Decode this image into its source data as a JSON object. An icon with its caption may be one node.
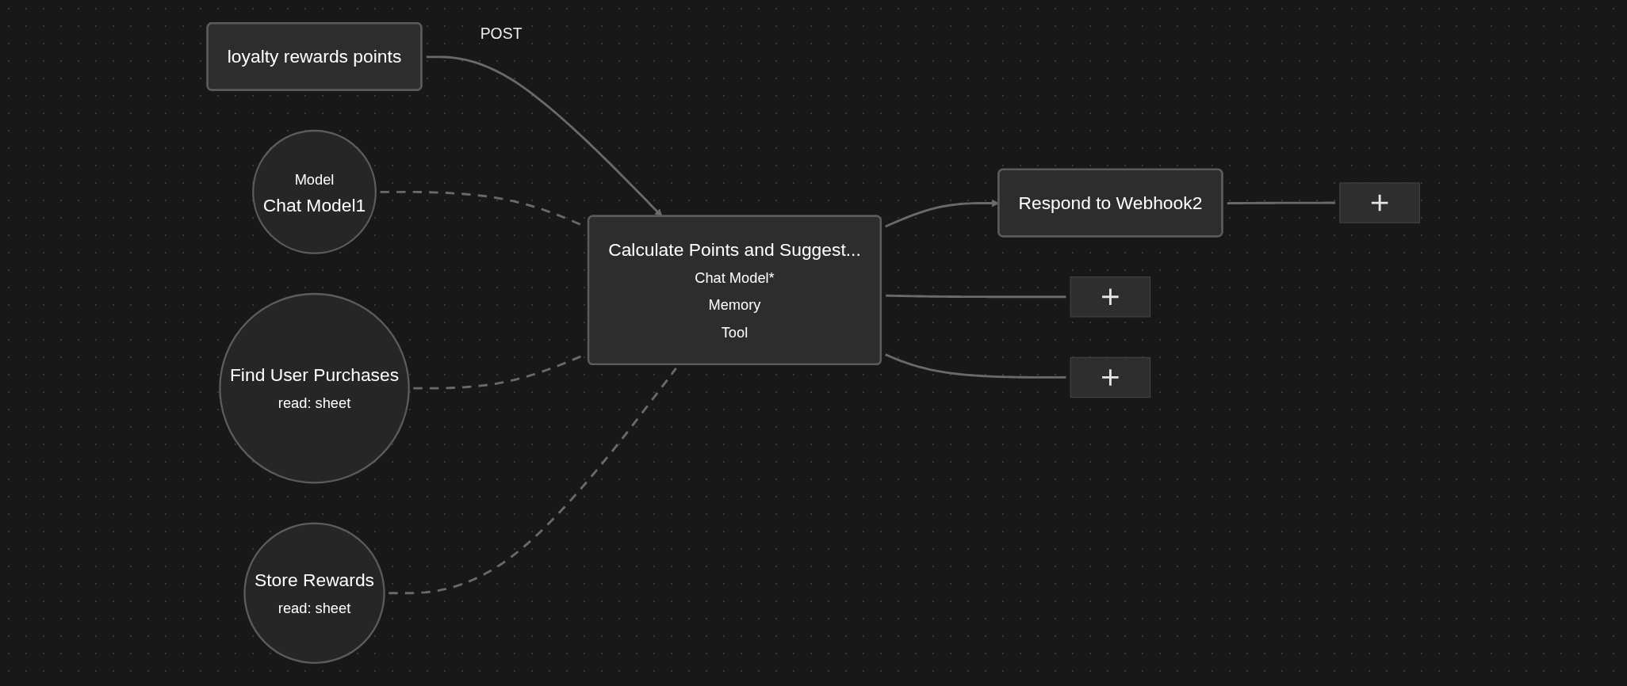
{
  "diagram": {
    "nodes": [
      {
        "text": [
          "loyalty rewards points"
        ]
      },
      {
        "text": [
          "Calculate Points and Suggest...",
          "Chat Model*",
          "Memory",
          "Tool"
        ]
      },
      {
        "text": [
          "Respond to Webhook2"
        ]
      },
      {
        "text": [],
        "shape": "box"
      },
      {
        "text": [],
        "shape": "box"
      },
      {
        "text": [],
        "shape": "box"
      },
      {
        "text": [
          "Model",
          "Chat Model1"
        ]
      },
      {
        "text": [
          "Find User Purchases",
          "read: sheet"
        ]
      },
      {
        "text": [
          "Store Rewards",
          "read: sheet"
        ]
      }
    ],
    "edges": [
      {
        "from": 0,
        "to": 1,
        "arrow": "to",
        "label": "POST"
      },
      {
        "from": 1,
        "to": 2,
        "arrow": "to"
      },
      {
        "from": 2,
        "to": 3,
        "arrow": "none"
      },
      {
        "from": 1,
        "to": 4,
        "arrow": "none"
      },
      {
        "from": 1,
        "to": 5,
        "arrow": "none"
      },
      {
        "from": 6,
        "to": 1,
        "arrow": "none",
        "style": "dashed"
      },
      {
        "from": 7,
        "to": 1,
        "arrow": "none",
        "style": "dashed"
      },
      {
        "from": 8,
        "to": 1,
        "arrow": "none",
        "style": "dashed"
      }
    ]
  }
}
